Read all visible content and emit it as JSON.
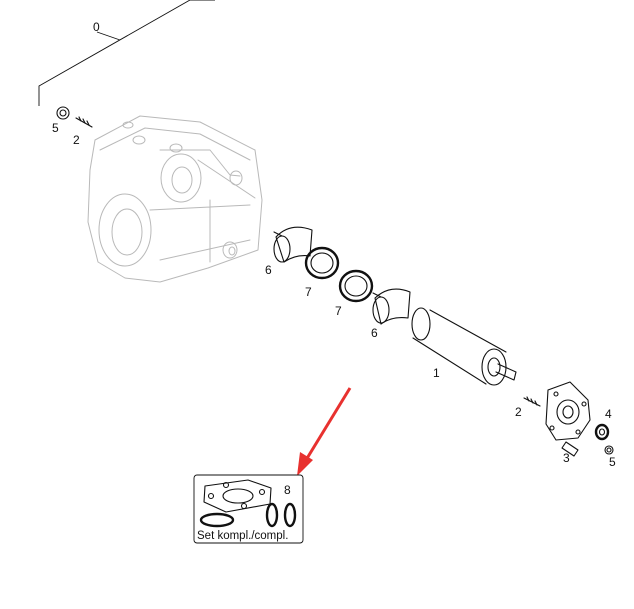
{
  "callouts": {
    "assembly": "0",
    "shaft": "1",
    "stud_left": "2",
    "stud_right": "2",
    "screw": "3",
    "washer": "4",
    "nut_left": "5",
    "nut_right": "5",
    "bushing_left": "6",
    "bushing_right": "6",
    "seal_ring_left": "7",
    "seal_ring_right": "7",
    "seal_set": "8"
  },
  "seal_set_caption": "Set kompl./compl.",
  "colors": {
    "arrow": "#e8312f",
    "ink": "#111111",
    "ghost_housing": "#b9b9b9"
  }
}
